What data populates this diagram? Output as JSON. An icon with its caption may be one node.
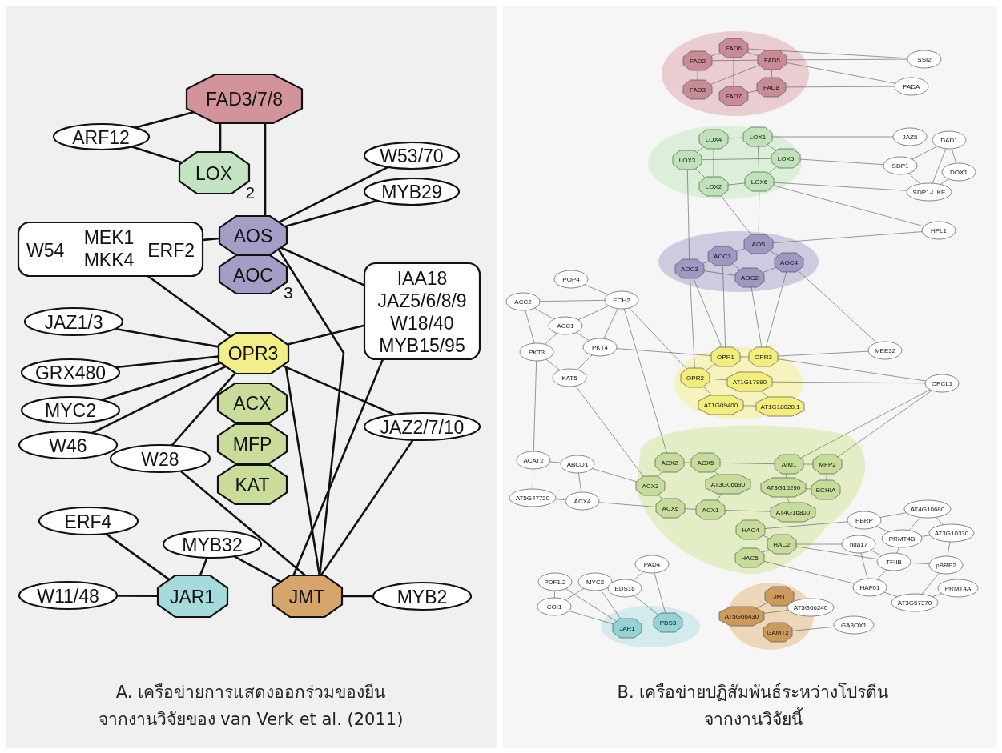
{
  "diagram": {
    "nodes": [
      {
        "text": [
          "FAD3/7/8"
        ]
      },
      {
        "text": [
          "ARF12"
        ]
      },
      {
        "text": [
          "LOX"
        ],
        "beside": [
          "2"
        ]
      },
      {
        "text": [
          "W53/70"
        ]
      },
      {
        "text": [
          "MYB29"
        ]
      },
      {
        "text": [
          "AOS"
        ]
      },
      {
        "text": [
          "W54",
          "MEK1 MKK4",
          "ERF2"
        ]
      },
      {
        "text": [
          "AOC"
        ],
        "beside": [
          "3"
        ]
      },
      {
        "text": [
          "IAA18",
          "JAZ5/6/8/9",
          "W18/40",
          "MYB15/95"
        ]
      },
      {
        "text": [
          "JAZ1/3"
        ]
      },
      {
        "text": [
          "OPR3"
        ]
      },
      {
        "text": [
          "GRX480"
        ]
      },
      {
        "text": [
          "MYC2"
        ]
      },
      {
        "text": [
          "W46"
        ]
      },
      {
        "text": [
          "ACX"
        ]
      },
      {
        "text": [
          "JAZ2/7/10"
        ]
      },
      {
        "text": [
          "W28"
        ]
      },
      {
        "text": [
          "MFP"
        ]
      },
      {
        "text": [
          "KAT"
        ]
      },
      {
        "text": [
          "ERF4"
        ]
      },
      {
        "text": [
          "MYB32"
        ]
      },
      {
        "text": [
          "W11/48"
        ]
      },
      {
        "text": [
          "JAR1"
        ]
      },
      {
        "text": [
          "JMT"
        ]
      },
      {
        "text": [
          "MYB2"
        ]
      },
      {
        "text": [
          "FAD6"
        ]
      },
      {
        "text": [
          "FAD2"
        ]
      },
      {
        "text": [
          "FAD5"
        ]
      },
      {
        "text": [
          "SSI2"
        ]
      },
      {
        "text": [
          "FAD3"
        ]
      },
      {
        "text": [
          "FAD8"
        ]
      },
      {
        "text": [
          "FADA"
        ]
      },
      {
        "text": [
          "FAD7"
        ]
      },
      {
        "text": [
          "LOX4"
        ]
      },
      {
        "text": [
          "LOX1"
        ]
      },
      {
        "text": [
          "JAZ5"
        ]
      },
      {
        "text": [
          "DAD1"
        ]
      },
      {
        "text": [
          "LOX3"
        ]
      },
      {
        "text": [
          "LOX5"
        ]
      },
      {
        "text": [
          "SDP1"
        ]
      },
      {
        "text": [
          "DOX1"
        ]
      },
      {
        "text": [
          "LOX2"
        ]
      },
      {
        "text": [
          "LOX6"
        ]
      },
      {
        "text": [
          "SDP1-LIKE"
        ]
      },
      {
        "text": [
          "HPL1"
        ]
      },
      {
        "text": [
          "AOS"
        ]
      },
      {
        "text": [
          "AOC1"
        ]
      },
      {
        "text": [
          "AOC3"
        ]
      },
      {
        "text": [
          "AOC4"
        ]
      },
      {
        "text": [
          "AOC2"
        ]
      },
      {
        "text": [
          "POP4"
        ]
      },
      {
        "text": [
          "ECH2"
        ]
      },
      {
        "text": [
          "ACC2"
        ]
      },
      {
        "text": [
          "ACC1"
        ]
      },
      {
        "text": [
          "PKT3"
        ]
      },
      {
        "text": [
          "PKT4"
        ]
      },
      {
        "text": [
          "MEE32"
        ]
      },
      {
        "text": [
          "OPR1"
        ]
      },
      {
        "text": [
          "OPR3"
        ]
      },
      {
        "text": [
          "KAT5"
        ]
      },
      {
        "text": [
          "OPR2"
        ]
      },
      {
        "text": [
          "AT1G17990"
        ]
      },
      {
        "text": [
          "OPCL1"
        ]
      },
      {
        "text": [
          "AT1G09400"
        ]
      },
      {
        "text": [
          "AT1G18020.1"
        ]
      },
      {
        "text": [
          "ACAT2"
        ]
      },
      {
        "text": [
          "ABCD1"
        ]
      },
      {
        "text": [
          "ACX2"
        ]
      },
      {
        "text": [
          "ACX5"
        ]
      },
      {
        "text": [
          "AIM1"
        ]
      },
      {
        "text": [
          "MFP2"
        ]
      },
      {
        "text": [
          "ACX3"
        ]
      },
      {
        "text": [
          "AT3G06690"
        ]
      },
      {
        "text": [
          "AT3G15290"
        ]
      },
      {
        "text": [
          "ECHIA"
        ]
      },
      {
        "text": [
          "AT5G47720"
        ]
      },
      {
        "text": [
          "ACX4"
        ]
      },
      {
        "text": [
          "ACX6"
        ]
      },
      {
        "text": [
          "ACX1"
        ]
      },
      {
        "text": [
          "AT4G16800"
        ]
      },
      {
        "text": [
          "AT4G10680"
        ]
      },
      {
        "text": [
          "PBRP"
        ]
      },
      {
        "text": [
          "HAC4"
        ]
      },
      {
        "text": [
          "PRMT4B"
        ]
      },
      {
        "text": [
          "AT3G10330"
        ]
      },
      {
        "text": [
          "HAC2"
        ]
      },
      {
        "text": [
          "hda17"
        ]
      },
      {
        "text": [
          "HAC5"
        ]
      },
      {
        "text": [
          "TFIIB"
        ]
      },
      {
        "text": [
          "pBRP2"
        ]
      },
      {
        "text": [
          "PAD4"
        ]
      },
      {
        "text": [
          "HAF01"
        ]
      },
      {
        "text": [
          "PDF1.2"
        ]
      },
      {
        "text": [
          "MYC2"
        ]
      },
      {
        "text": [
          "EDS16"
        ]
      },
      {
        "text": [
          "AT3G57370"
        ]
      },
      {
        "text": [
          "PRMT4A"
        ]
      },
      {
        "text": [
          "COI1"
        ]
      },
      {
        "text": [
          "JMT"
        ]
      },
      {
        "text": [
          "AT5G66430"
        ]
      },
      {
        "text": [
          "AT5G66240"
        ]
      },
      {
        "text": [
          "PBS3"
        ]
      },
      {
        "text": [
          "GA3OX1"
        ]
      },
      {
        "text": [
          "JAR1"
        ]
      },
      {
        "text": [
          "GAMT2"
        ]
      }
    ],
    "edges": [
      {
        "from": 0,
        "to": 1,
        "arrow": "none",
        "style": "thick"
      },
      {
        "from": 1,
        "to": 2,
        "arrow": "none",
        "style": "thick"
      },
      {
        "from": 0,
        "to": 2,
        "arrow": "none",
        "style": "thick"
      },
      {
        "from": 0,
        "to": 5,
        "arrow": "none",
        "style": "thick"
      },
      {
        "from": 5,
        "to": 3,
        "arrow": "none",
        "style": "thick"
      },
      {
        "from": 5,
        "to": 4,
        "arrow": "none",
        "style": "thick"
      },
      {
        "from": 6,
        "to": 5,
        "arrow": "none",
        "style": "thick"
      },
      {
        "from": 5,
        "to": 8,
        "arrow": "none",
        "style": "thick"
      },
      {
        "from": 5,
        "to": 23,
        "arrow": "none",
        "style": "thick"
      },
      {
        "from": 6,
        "to": 10,
        "arrow": "none",
        "style": "thick"
      },
      {
        "from": 9,
        "to": 10,
        "arrow": "none",
        "style": "thick"
      },
      {
        "from": 11,
        "to": 10,
        "arrow": "none",
        "style": "thick"
      },
      {
        "from": 12,
        "to": 10,
        "arrow": "none",
        "style": "thick"
      },
      {
        "from": 13,
        "to": 10,
        "arrow": "none",
        "style": "thick"
      },
      {
        "from": 16,
        "to": 10,
        "arrow": "none",
        "style": "thick"
      },
      {
        "from": 8,
        "to": 10,
        "arrow": "none",
        "style": "thick"
      },
      {
        "from": 10,
        "to": 15,
        "arrow": "none",
        "style": "thick"
      },
      {
        "from": 10,
        "to": 23,
        "arrow": "none",
        "style": "thick"
      },
      {
        "from": 8,
        "to": 23,
        "arrow": "none",
        "style": "thick"
      },
      {
        "from": 15,
        "to": 23,
        "arrow": "none",
        "style": "thick"
      },
      {
        "from": 16,
        "to": 23,
        "arrow": "none",
        "style": "thick"
      },
      {
        "from": 19,
        "to": 22,
        "arrow": "none",
        "style": "thick"
      },
      {
        "from": 21,
        "to": 22,
        "arrow": "none",
        "style": "thick"
      },
      {
        "from": 20,
        "to": 22,
        "arrow": "none",
        "style": "thick"
      },
      {
        "from": 20,
        "to": 23,
        "arrow": "none",
        "style": "thick"
      },
      {
        "from": 23,
        "to": 24,
        "arrow": "none",
        "style": "thick"
      },
      {
        "from": 26,
        "to": 29,
        "arrow": "none"
      },
      {
        "from": 26,
        "to": 27,
        "arrow": "none"
      },
      {
        "from": 25,
        "to": 32,
        "arrow": "none"
      },
      {
        "from": 25,
        "to": 27,
        "arrow": "none"
      },
      {
        "from": 27,
        "to": 30,
        "arrow": "none"
      },
      {
        "from": 32,
        "to": 30,
        "arrow": "none"
      },
      {
        "from": 29,
        "to": 27,
        "arrow": "none"
      },
      {
        "from": 25,
        "to": 26,
        "arrow": "none"
      },
      {
        "from": 25,
        "to": 28,
        "arrow": "none"
      },
      {
        "from": 27,
        "to": 28,
        "arrow": "none"
      },
      {
        "from": 27,
        "to": 31,
        "arrow": "none"
      },
      {
        "from": 30,
        "to": 31,
        "arrow": "none"
      },
      {
        "from": 33,
        "to": 34,
        "arrow": "none"
      },
      {
        "from": 37,
        "to": 38,
        "arrow": "none"
      },
      {
        "from": 33,
        "to": 41,
        "arrow": "none"
      },
      {
        "from": 34,
        "to": 42,
        "arrow": "none"
      },
      {
        "from": 37,
        "to": 41,
        "arrow": "none"
      },
      {
        "from": 41,
        "to": 42,
        "arrow": "none"
      },
      {
        "from": 33,
        "to": 37,
        "arrow": "none"
      },
      {
        "from": 34,
        "to": 38,
        "arrow": "none"
      },
      {
        "from": 42,
        "to": 38,
        "arrow": "none"
      },
      {
        "from": 34,
        "to": 35,
        "arrow": "none"
      },
      {
        "from": 38,
        "to": 39,
        "arrow": "none"
      },
      {
        "from": 42,
        "to": 43,
        "arrow": "none"
      },
      {
        "from": 36,
        "to": 39,
        "arrow": "none"
      },
      {
        "from": 36,
        "to": 40,
        "arrow": "none"
      },
      {
        "from": 36,
        "to": 43,
        "arrow": "none"
      },
      {
        "from": 40,
        "to": 43,
        "arrow": "none"
      },
      {
        "from": 39,
        "to": 43,
        "arrow": "none"
      },
      {
        "from": 42,
        "to": 44,
        "arrow": "none"
      },
      {
        "from": 41,
        "to": 45,
        "arrow": "none"
      },
      {
        "from": 37,
        "to": 47,
        "arrow": "none"
      },
      {
        "from": 42,
        "to": 45,
        "arrow": "none"
      },
      {
        "from": 45,
        "to": 46,
        "arrow": "none"
      },
      {
        "from": 46,
        "to": 47,
        "arrow": "none"
      },
      {
        "from": 45,
        "to": 48,
        "arrow": "none"
      },
      {
        "from": 46,
        "to": 49,
        "arrow": "none"
      },
      {
        "from": 49,
        "to": 48,
        "arrow": "none"
      },
      {
        "from": 47,
        "to": 49,
        "arrow": "none"
      },
      {
        "from": 45,
        "to": 44,
        "arrow": "none"
      },
      {
        "from": 48,
        "to": 56,
        "arrow": "none"
      },
      {
        "from": 47,
        "to": 60,
        "arrow": "none"
      },
      {
        "from": 46,
        "to": 57,
        "arrow": "none"
      },
      {
        "from": 49,
        "to": 58,
        "arrow": "none"
      },
      {
        "from": 48,
        "to": 58,
        "arrow": "none"
      },
      {
        "from": 47,
        "to": 57,
        "arrow": "none"
      },
      {
        "from": 57,
        "to": 58,
        "arrow": "none"
      },
      {
        "from": 60,
        "to": 57,
        "arrow": "none"
      },
      {
        "from": 60,
        "to": 63,
        "arrow": "none"
      },
      {
        "from": 58,
        "to": 56,
        "arrow": "none"
      },
      {
        "from": 58,
        "to": 62,
        "arrow": "none"
      },
      {
        "from": 61,
        "to": 62,
        "arrow": "none"
      },
      {
        "from": 60,
        "to": 61,
        "arrow": "none"
      },
      {
        "from": 61,
        "to": 64,
        "arrow": "none"
      },
      {
        "from": 63,
        "to": 64,
        "arrow": "none"
      },
      {
        "from": 50,
        "to": 51,
        "arrow": "none"
      },
      {
        "from": 52,
        "to": 51,
        "arrow": "none"
      },
      {
        "from": 52,
        "to": 53,
        "arrow": "none"
      },
      {
        "from": 52,
        "to": 54,
        "arrow": "none"
      },
      {
        "from": 53,
        "to": 51,
        "arrow": "none"
      },
      {
        "from": 53,
        "to": 54,
        "arrow": "none"
      },
      {
        "from": 53,
        "to": 55,
        "arrow": "none"
      },
      {
        "from": 51,
        "to": 55,
        "arrow": "none"
      },
      {
        "from": 54,
        "to": 59,
        "arrow": "none"
      },
      {
        "from": 55,
        "to": 59,
        "arrow": "none"
      },
      {
        "from": 51,
        "to": 67,
        "arrow": "none"
      },
      {
        "from": 59,
        "to": 71,
        "arrow": "none"
      },
      {
        "from": 54,
        "to": 65,
        "arrow": "none"
      },
      {
        "from": 65,
        "to": 66,
        "arrow": "none"
      },
      {
        "from": 65,
        "to": 75,
        "arrow": "none"
      },
      {
        "from": 66,
        "to": 76,
        "arrow": "none"
      },
      {
        "from": 75,
        "to": 76,
        "arrow": "none"
      },
      {
        "from": 66,
        "to": 71,
        "arrow": "none"
      },
      {
        "from": 76,
        "to": 77,
        "arrow": "none"
      },
      {
        "from": 51,
        "to": 60,
        "arrow": "none"
      },
      {
        "from": 55,
        "to": 57,
        "arrow": "none"
      },
      {
        "from": 67,
        "to": 68,
        "arrow": "none"
      },
      {
        "from": 67,
        "to": 71,
        "arrow": "none"
      },
      {
        "from": 71,
        "to": 77,
        "arrow": "none"
      },
      {
        "from": 77,
        "to": 78,
        "arrow": "none"
      },
      {
        "from": 68,
        "to": 72,
        "arrow": "none"
      },
      {
        "from": 78,
        "to": 72,
        "arrow": "none"
      },
      {
        "from": 68,
        "to": 69,
        "arrow": "none"
      },
      {
        "from": 69,
        "to": 70,
        "arrow": "none"
      },
      {
        "from": 69,
        "to": 73,
        "arrow": "none"
      },
      {
        "from": 70,
        "to": 74,
        "arrow": "none"
      },
      {
        "from": 73,
        "to": 74,
        "arrow": "none"
      },
      {
        "from": 73,
        "to": 79,
        "arrow": "none"
      },
      {
        "from": 78,
        "to": 79,
        "arrow": "none"
      },
      {
        "from": 69,
        "to": 62,
        "arrow": "none"
      },
      {
        "from": 70,
        "to": 62,
        "arrow": "none"
      },
      {
        "from": 82,
        "to": 85,
        "arrow": "none"
      },
      {
        "from": 85,
        "to": 87,
        "arrow": "none"
      },
      {
        "from": 82,
        "to": 81,
        "arrow": "none"
      },
      {
        "from": 85,
        "to": 86,
        "arrow": "none"
      },
      {
        "from": 85,
        "to": 88,
        "arrow": "none"
      },
      {
        "from": 87,
        "to": 91,
        "arrow": "none"
      },
      {
        "from": 81,
        "to": 80,
        "arrow": "none"
      },
      {
        "from": 81,
        "to": 83,
        "arrow": "none"
      },
      {
        "from": 80,
        "to": 83,
        "arrow": "none"
      },
      {
        "from": 80,
        "to": 84,
        "arrow": "none"
      },
      {
        "from": 83,
        "to": 84,
        "arrow": "none"
      },
      {
        "from": 83,
        "to": 88,
        "arrow": "none"
      },
      {
        "from": 86,
        "to": 88,
        "arrow": "none"
      },
      {
        "from": 88,
        "to": 89,
        "arrow": "none"
      },
      {
        "from": 88,
        "to": 91,
        "arrow": "none"
      },
      {
        "from": 91,
        "to": 95,
        "arrow": "none"
      },
      {
        "from": 95,
        "to": 89,
        "arrow": "none"
      },
      {
        "from": 89,
        "to": 84,
        "arrow": "none"
      },
      {
        "from": 86,
        "to": 91,
        "arrow": "none"
      },
      {
        "from": 95,
        "to": 96,
        "arrow": "none"
      },
      {
        "from": 92,
        "to": 97,
        "arrow": "none"
      },
      {
        "from": 93,
        "to": 97,
        "arrow": "none"
      },
      {
        "from": 92,
        "to": 103,
        "arrow": "none"
      },
      {
        "from": 93,
        "to": 103,
        "arrow": "none"
      },
      {
        "from": 97,
        "to": 103,
        "arrow": "none"
      },
      {
        "from": 90,
        "to": 94,
        "arrow": "none"
      },
      {
        "from": 90,
        "to": 101,
        "arrow": "none"
      },
      {
        "from": 94,
        "to": 101,
        "arrow": "none"
      },
      {
        "from": 98,
        "to": 99,
        "arrow": "none"
      },
      {
        "from": 99,
        "to": 100,
        "arrow": "none"
      },
      {
        "from": 104,
        "to": 102,
        "arrow": "none"
      }
    ],
    "labels": [
      "A. เครือข่ายการแสดงออกร่วมของยีน จากงานวิจัยของ van Verk et al. (2011)",
      "B. เครือข่ายปฏิสัมพันธ์ระหว่างโปรตีน จากงานวิจัยนี้"
    ]
  }
}
